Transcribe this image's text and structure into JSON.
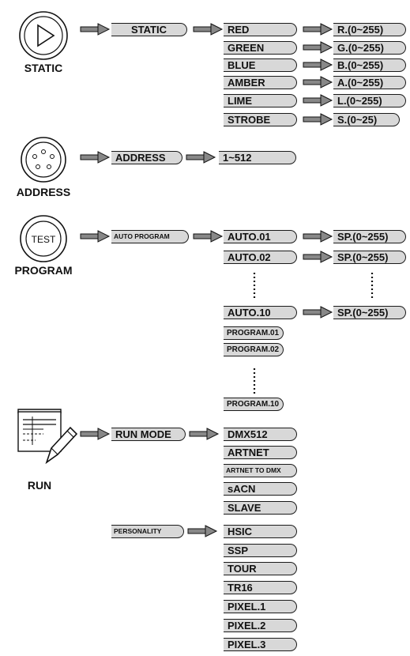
{
  "static": {
    "label": "STATIC",
    "menu": "STATIC",
    "items": [
      "RED",
      "GREEN",
      "BLUE",
      "AMBER",
      "LIME",
      "STROBE"
    ],
    "values": [
      "R.(0~255)",
      "G.(0~255)",
      "B.(0~255)",
      "A.(0~255)",
      "L.(0~255)",
      "S.(0~25)"
    ]
  },
  "address": {
    "label": "ADDRESS",
    "menu": "ADDRESS",
    "value": "1~512"
  },
  "program": {
    "label": "PROGRAM",
    "icon_text": "TEST",
    "menu": "AUTO PROGRAM",
    "auto_items": [
      "AUTO.01",
      "AUTO.02",
      "AUTO.10"
    ],
    "speed_values": [
      "SP.(0~255)",
      "SP.(0~255)",
      "SP.(0~255)"
    ],
    "program_items": [
      "PROGRAM.01",
      "PROGRAM.02",
      "PROGRAM.10"
    ]
  },
  "run": {
    "label": "RUN",
    "menu": "RUN MODE",
    "modes": [
      "DMX512",
      "ARTNET",
      "ARTNET TO DMX",
      "sACN",
      "SLAVE"
    ],
    "personality_label": "PERSONALITY",
    "personalities": [
      "HSIC",
      "SSP",
      "TOUR",
      "TR16",
      "PIXEL.1",
      "PIXEL.2",
      "PIXEL.3"
    ]
  }
}
